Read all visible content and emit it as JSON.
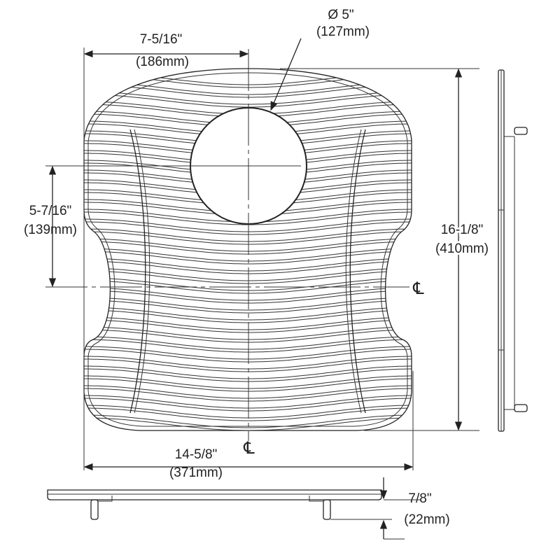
{
  "dimensions": {
    "half_width": {
      "imperial": "7-5/16\"",
      "metric": "(186mm)"
    },
    "hole_diameter": {
      "imperial": "Ø 5\"",
      "metric": "(127mm)"
    },
    "hole_offset": {
      "imperial": "5-7/16\"",
      "metric": "(139mm)"
    },
    "overall_length": {
      "imperial": "16-1/8\"",
      "metric": "(410mm)"
    },
    "overall_width": {
      "imperial": "14-5/8\"",
      "metric": "(371mm)"
    },
    "height": {
      "imperial": "7/8\"",
      "metric": "(22mm)"
    }
  },
  "centerline_symbol": "℄",
  "colors": {
    "line": "#222222",
    "background": "#ffffff"
  }
}
